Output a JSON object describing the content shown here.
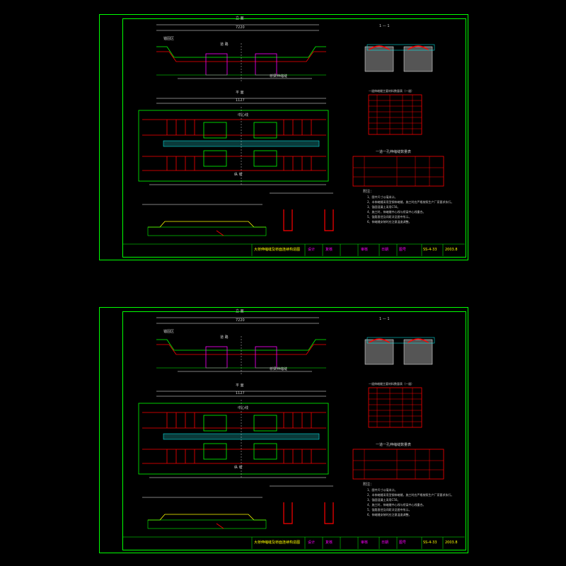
{
  "sheets": [
    {
      "section_elevation": "立 面",
      "section_plan": "平 面",
      "section_11": "1 — 1",
      "dim_total": "7220",
      "dim_inner": "1127",
      "label_road": "道 路",
      "label_anchor": "锚固区",
      "label_bridge": "桥梁伸缩缝",
      "label_center": "中心线",
      "label_longit": "纵 坡",
      "table1_title": "一道伸缩缝主要材料数量表（一道）",
      "table2_title": "一道一孔伸缩缝数量表",
      "notes_title": "附注：",
      "notes": [
        "1、图中尺寸以毫米计。",
        "2、本伸缩缝采用型钢伸缩缝，施工时应严格按照生产厂家要求执行。",
        "3、锚固混凝土采用C50。",
        "4、施工时，伸缩缝中心线与桥梁中心线重合。",
        "5、锚筋直径及间距详见图中所示。",
        "6、伸缩缝安装时应注意温度调整。"
      ],
      "title_block": {
        "name": "大桥伸缩缝及桥面连续构造图",
        "designer": "设计",
        "checker": "复核",
        "reviewer": "审核",
        "date_label": "日期",
        "sheet_no_label": "图号",
        "sheet_no": "SS-4-33",
        "date": "2003.8"
      }
    },
    {
      "section_elevation": "立 面",
      "section_plan": "平 面",
      "section_11": "1 — 1",
      "dim_total": "7220",
      "dim_inner": "1127",
      "label_road": "道 路",
      "label_anchor": "锚固区",
      "label_bridge": "桥梁伸缩缝",
      "label_center": "中心线",
      "label_longit": "纵 坡",
      "table1_title": "一道伸缩缝主要材料数量表（一道）",
      "table2_title": "一道一孔伸缩缝数量表",
      "notes_title": "附注：",
      "notes": [
        "1、图中尺寸以毫米计。",
        "2、本伸缩缝采用型钢伸缩缝，施工时应严格按照生产厂家要求执行。",
        "3、锚固混凝土采用C50。",
        "4、施工时，伸缩缝中心线与桥梁中心线重合。",
        "5、锚筋直径及间距详见图中所示。",
        "6、伸缩缝安装时应注意温度调整。"
      ],
      "title_block": {
        "name": "大桥伸缩缝及桥面连续构造图",
        "designer": "设计",
        "checker": "复核",
        "reviewer": "审核",
        "date_label": "日期",
        "sheet_no_label": "图号",
        "sheet_no": "SS-4-33",
        "date": "2003.8"
      }
    }
  ],
  "colors": {
    "frame": "#00ff00",
    "rebar": "#ff0000",
    "text": "#ffff00",
    "magenta": "#ff00ff",
    "cyan": "#00ffff",
    "white": "#ffffff",
    "gray": "#c0c0c0"
  }
}
